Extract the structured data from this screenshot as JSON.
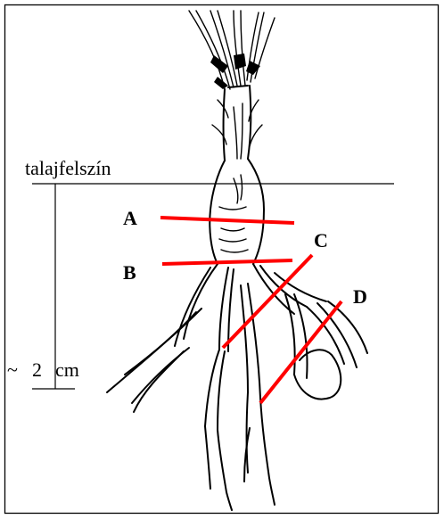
{
  "labels": {
    "soil_surface": "talajfelszín",
    "depth_approx": "~",
    "depth_value": "2",
    "depth_unit": "cm"
  },
  "sections": [
    {
      "letter": "A"
    },
    {
      "letter": "B"
    },
    {
      "letter": "C"
    },
    {
      "letter": "D"
    }
  ],
  "colors": {
    "cut_line": "#ff0000",
    "ink": "#000000",
    "background": "#ffffff"
  },
  "icons": {
    "plant": "root-drawing",
    "scale": "depth-scale-bar"
  }
}
